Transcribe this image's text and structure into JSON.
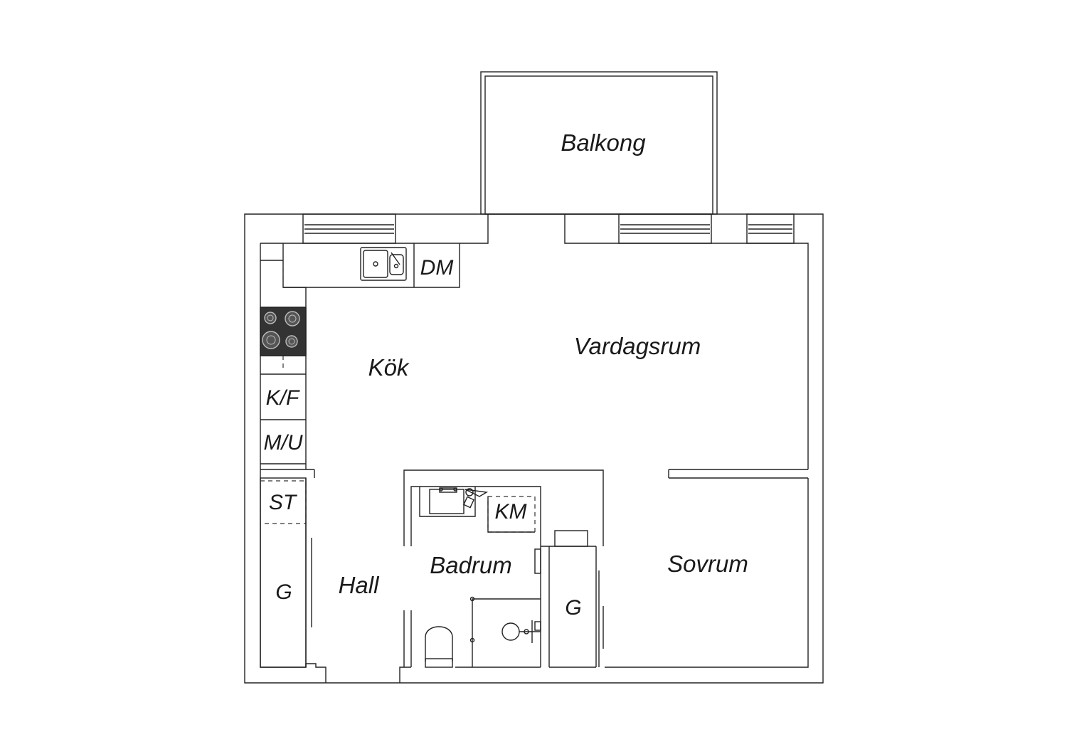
{
  "rooms": {
    "balkong": "Balkong",
    "kok": "Kök",
    "vardagsrum": "Vardagsrum",
    "hall": "Hall",
    "badrum": "Badrum",
    "sovrum": "Sovrum"
  },
  "fixtures": {
    "dm": "DM",
    "kf": "K/F",
    "mu": "M/U",
    "st": "ST",
    "km": "KM",
    "g_hall": "G",
    "g_sovrum": "G"
  },
  "colors": {
    "line": "#222222",
    "stove": "#333333",
    "background": "#ffffff"
  }
}
